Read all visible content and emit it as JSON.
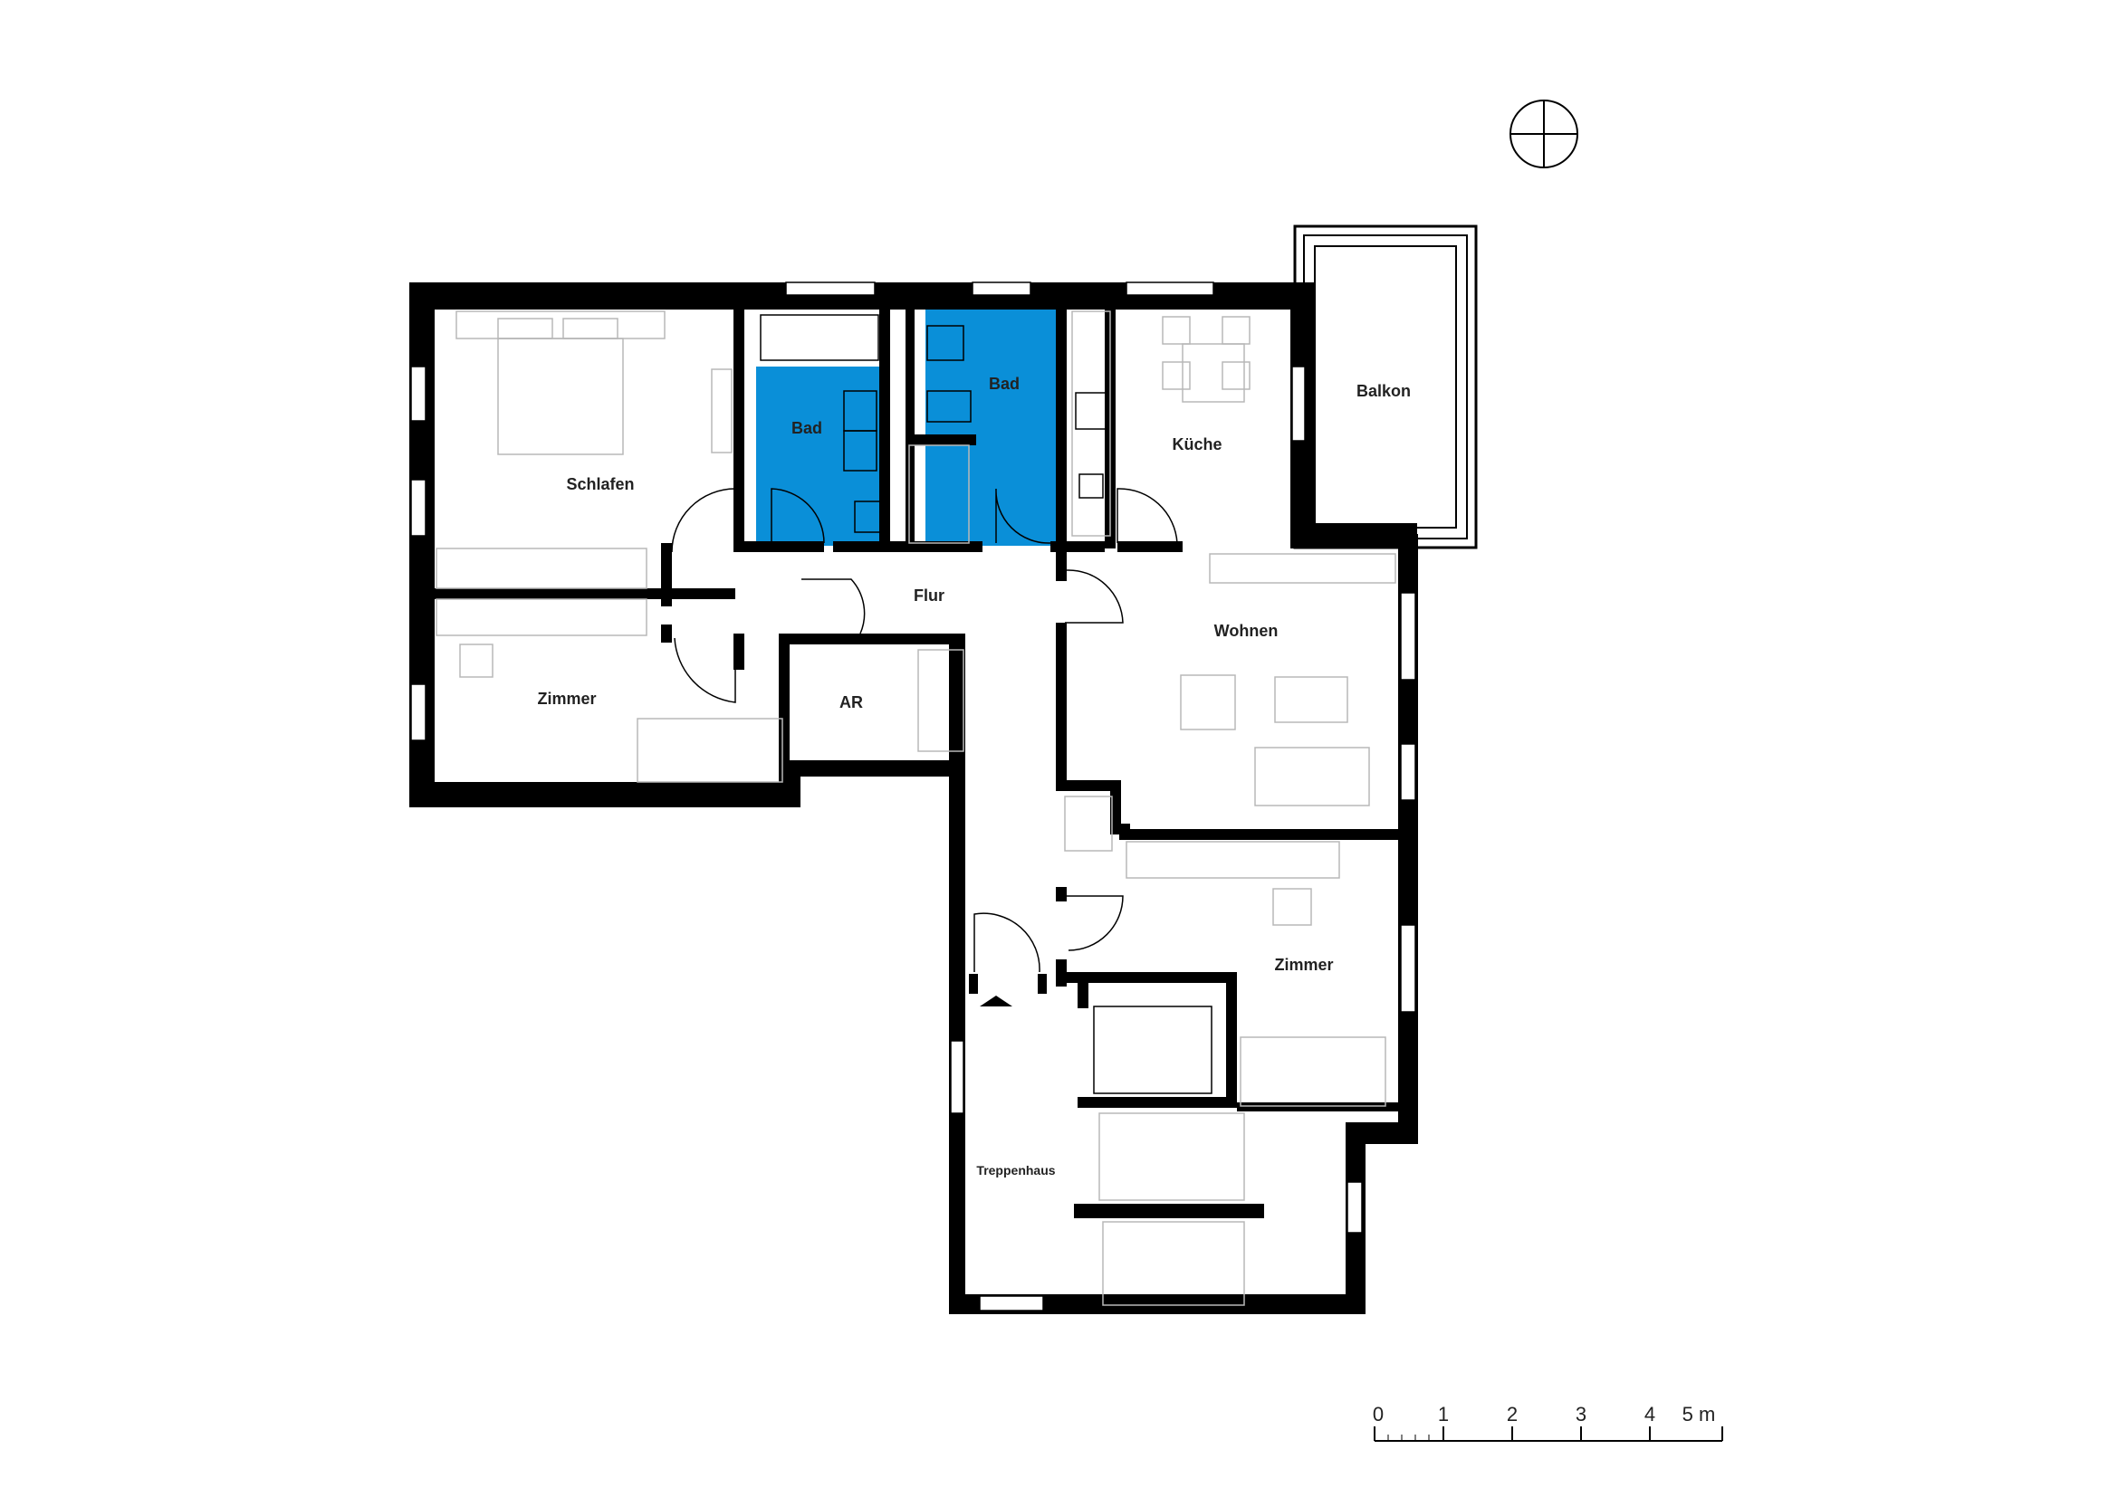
{
  "plan": {
    "rooms": {
      "schlafen": "Schlafen",
      "bad_1": "Bad",
      "bad_2": "Bad",
      "kueche": "Küche",
      "balkon": "Balkon",
      "flur": "Flur",
      "zimmer_1": "Zimmer",
      "ar": "AR",
      "wohnen": "Wohnen",
      "zimmer_2": "Zimmer",
      "treppenhaus": "Treppenhaus"
    },
    "highlight_color": "#0a8fd8",
    "wall_color": "#000000"
  },
  "scale_bar": {
    "ticks": [
      "0",
      "1",
      "2",
      "3",
      "4"
    ],
    "end_label": "5 m"
  }
}
